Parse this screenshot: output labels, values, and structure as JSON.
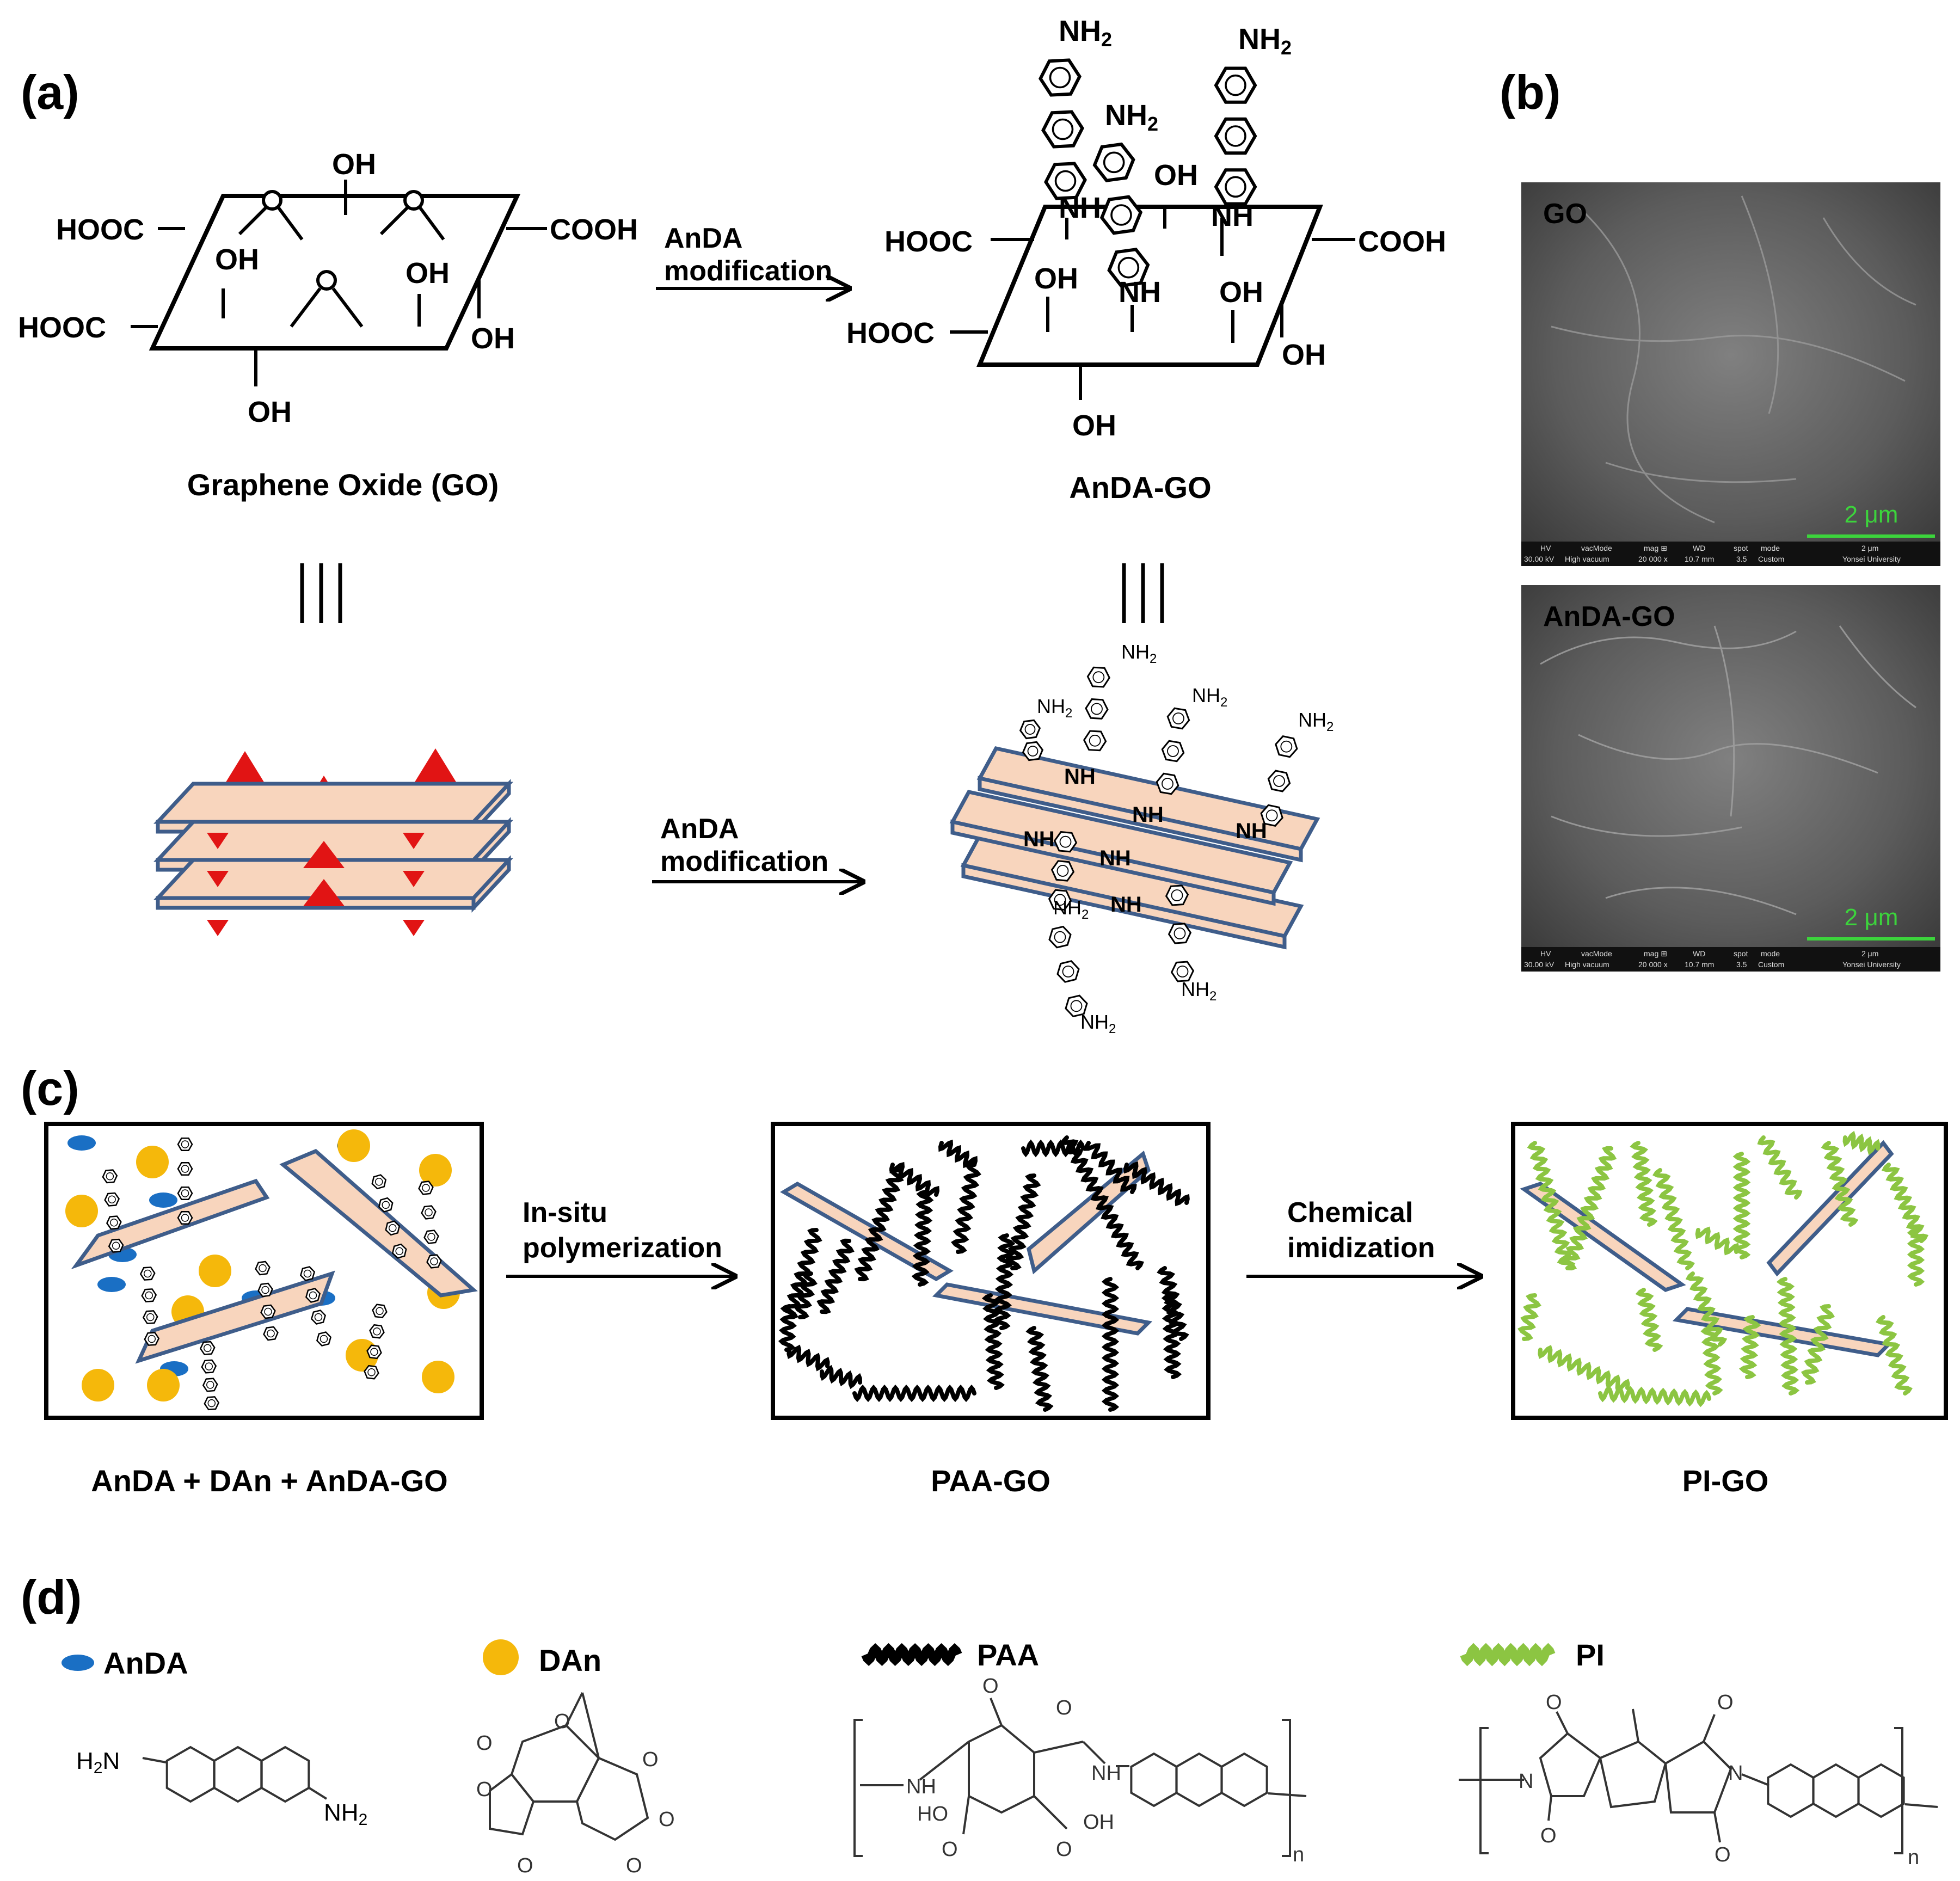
{
  "panel_labels": {
    "a": "(a)",
    "b": "(b)",
    "c": "(c)",
    "d": "(d)"
  },
  "go_struct": {
    "oh": "OH",
    "hooc": "HOOC",
    "cooh": "COOH",
    "caption": "Graphene Oxide (GO)"
  },
  "anda_go": {
    "nh2": "NH",
    "sub2": "2",
    "nh": "NH",
    "caption": "AnDA-GO"
  },
  "arrows": {
    "anda_modification_line1": "AnDA",
    "anda_modification_line2": "modification"
  },
  "sem": {
    "go_label": "GO",
    "anda_label": "AnDA-GO",
    "scale": "2 μm",
    "info_hv": "HV",
    "info_vac": "vacMode",
    "info_mag": "mag ⊞",
    "info_wd": "WD",
    "info_spot": "spot",
    "info_mode": "mode",
    "info_scale": "2 μm",
    "info_hv_v": "30.00 kV",
    "info_vac_v": "High vacuum",
    "info_mag_v": "20 000 x",
    "info_wd_v": "10.7 mm",
    "info_spot_v": "3.5",
    "info_mode_v": "Custom",
    "info_univ": "Yonsei University"
  },
  "process": {
    "step1_line1": "In-situ",
    "step1_line2": "polymerization",
    "step2_line1": "Chemical",
    "step2_line2": "imidization",
    "cap1": "AnDA + DAn + AnDA-GO",
    "cap2": "PAA-GO",
    "cap3": "PI-GO"
  },
  "legend": {
    "anda": "AnDA",
    "dan": "DAn",
    "paa": "PAA",
    "pi": "PI"
  },
  "chem": {
    "h2n": "H",
    "n_sub": "n",
    "o": "O",
    "ho": "HO",
    "oh": "OH",
    "nh": "NH",
    "n": "N",
    "nh2_text": "NH"
  },
  "colors": {
    "sheet_fill": "#f8d5bd",
    "sheet_stroke": "#3f5d8a",
    "triangle": "#e11414",
    "anda_blue": "#1a6fc4",
    "dan_yellow": "#f5b80b",
    "pi_green": "#8cc542",
    "scale_green": "#3cd43c"
  }
}
